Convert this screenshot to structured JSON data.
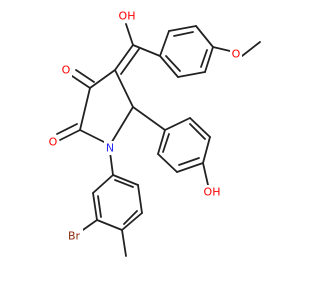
{
  "colors": {
    "bond": "#222222",
    "oxygen": "#ff0000",
    "nitrogen": "#2a2aff",
    "bromine": "#8b2a0b",
    "background": "#ffffff"
  },
  "atoms": {
    "o_hydroxyl_top": "OH",
    "o_methoxy": "O",
    "o_ketone_c3": "O",
    "o_ketone_c2": "O",
    "n_ring": "N",
    "br": "Br",
    "o_hydroxyphenyl": "OH"
  }
}
